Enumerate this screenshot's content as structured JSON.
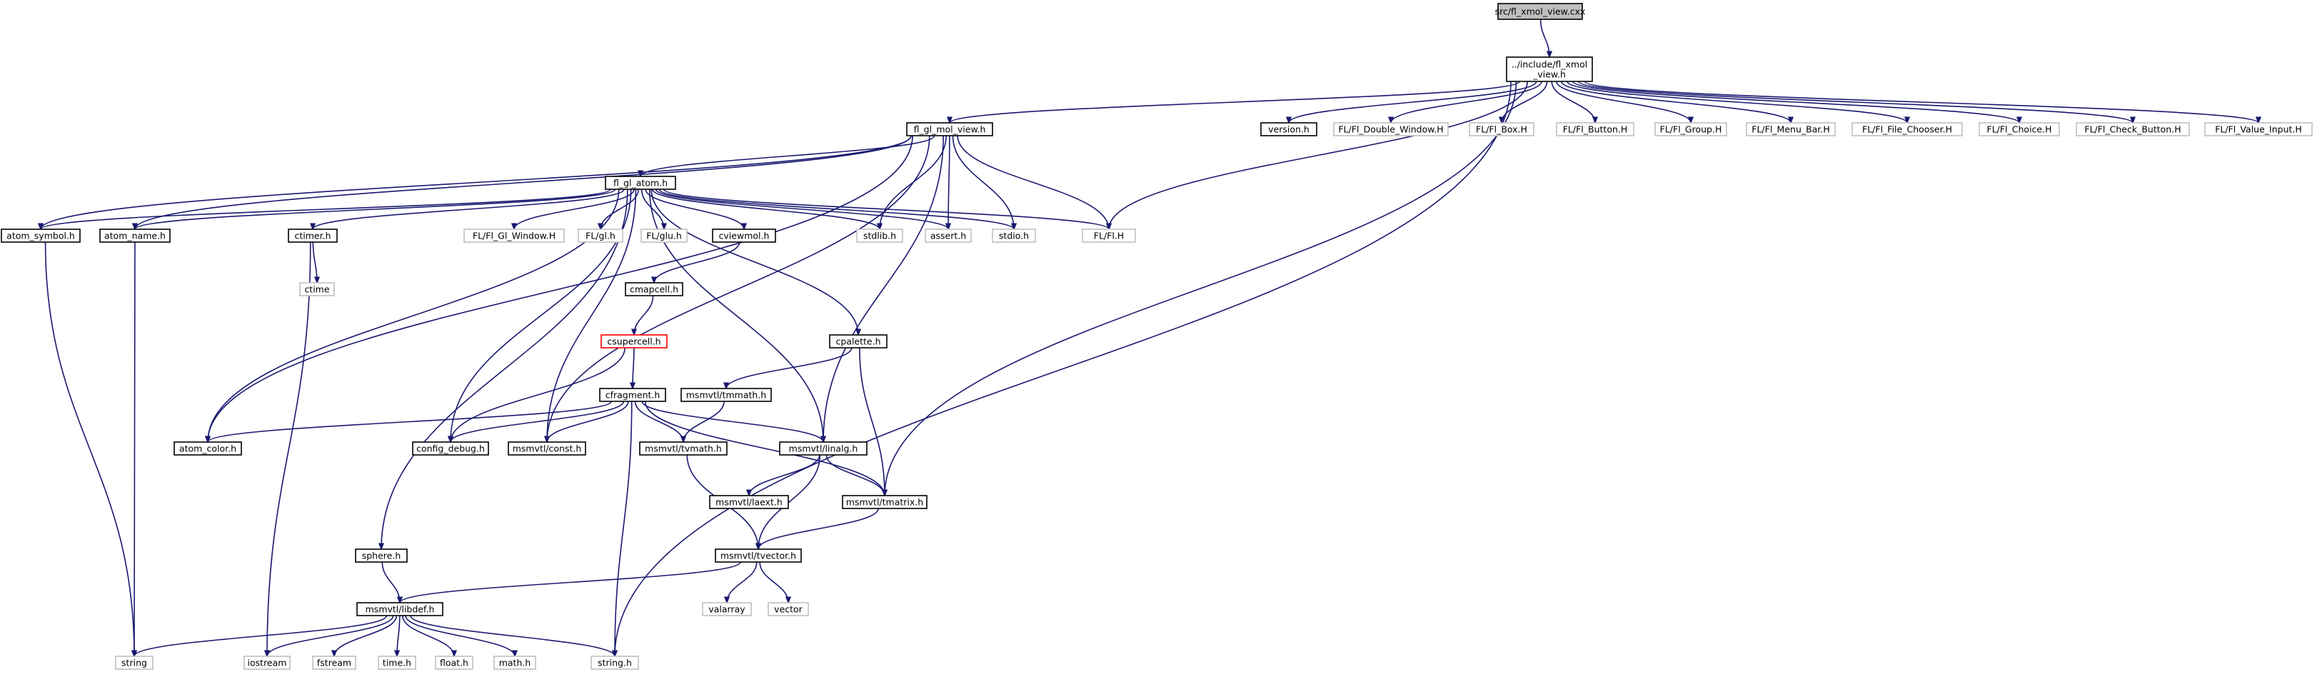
{
  "nodes": [
    {
      "id": "root",
      "lines": [
        "src/fl_xmol_view.cxx"
      ],
      "style": "root"
    },
    {
      "id": "flxmolview",
      "lines": [
        "../include/fl_xmol",
        "_view.h"
      ],
      "style": "solid"
    },
    {
      "id": "flglmolview",
      "lines": [
        "fl_gl_mol_view.h"
      ],
      "style": "solid"
    },
    {
      "id": "version",
      "lines": [
        "version.h"
      ],
      "style": "solid"
    },
    {
      "id": "fldoublewindow",
      "lines": [
        "FL/Fl_Double_Window.H"
      ],
      "style": "ext"
    },
    {
      "id": "flbox",
      "lines": [
        "FL/Fl_Box.H"
      ],
      "style": "ext"
    },
    {
      "id": "flbutton",
      "lines": [
        "FL/Fl_Button.H"
      ],
      "style": "ext"
    },
    {
      "id": "flgroup",
      "lines": [
        "FL/Fl_Group.H"
      ],
      "style": "ext"
    },
    {
      "id": "flmenubar",
      "lines": [
        "FL/Fl_Menu_Bar.H"
      ],
      "style": "ext"
    },
    {
      "id": "flfilechooser",
      "lines": [
        "FL/Fl_File_Chooser.H"
      ],
      "style": "ext"
    },
    {
      "id": "flchoice",
      "lines": [
        "FL/Fl_Choice.H"
      ],
      "style": "ext"
    },
    {
      "id": "flcheckbutton",
      "lines": [
        "FL/Fl_Check_Button.H"
      ],
      "style": "ext"
    },
    {
      "id": "flvalueinput",
      "lines": [
        "FL/Fl_Value_Input.H"
      ],
      "style": "ext"
    },
    {
      "id": "flglatom",
      "lines": [
        "fl_gl_atom.h"
      ],
      "style": "solid"
    },
    {
      "id": "atomsymbol",
      "lines": [
        "atom_symbol.h"
      ],
      "style": "solid"
    },
    {
      "id": "atomname",
      "lines": [
        "atom_name.h"
      ],
      "style": "solid"
    },
    {
      "id": "ctimer",
      "lines": [
        "ctimer.h"
      ],
      "style": "solid"
    },
    {
      "id": "flglwindow",
      "lines": [
        "FL/Fl_Gl_Window.H"
      ],
      "style": "ext"
    },
    {
      "id": "flgl",
      "lines": [
        "FL/gl.h"
      ],
      "style": "ext"
    },
    {
      "id": "flglu",
      "lines": [
        "FL/glu.h"
      ],
      "style": "ext"
    },
    {
      "id": "cviewmol",
      "lines": [
        "cviewmol.h"
      ],
      "style": "solid"
    },
    {
      "id": "stdlib",
      "lines": [
        "stdlib.h"
      ],
      "style": "ext"
    },
    {
      "id": "assert",
      "lines": [
        "assert.h"
      ],
      "style": "ext"
    },
    {
      "id": "stdio",
      "lines": [
        "stdio.h"
      ],
      "style": "ext"
    },
    {
      "id": "flfl",
      "lines": [
        "FL/Fl.H"
      ],
      "style": "ext"
    },
    {
      "id": "ctime",
      "lines": [
        "ctime"
      ],
      "style": "ext"
    },
    {
      "id": "cmapcell",
      "lines": [
        "cmapcell.h"
      ],
      "style": "solid"
    },
    {
      "id": "csupercell",
      "lines": [
        "csupercell.h"
      ],
      "style": "red"
    },
    {
      "id": "cpalette",
      "lines": [
        "cpalette.h"
      ],
      "style": "solid"
    },
    {
      "id": "cfragment",
      "lines": [
        "cfragment.h"
      ],
      "style": "solid"
    },
    {
      "id": "tmmath",
      "lines": [
        "msmvtl/tmmath.h"
      ],
      "style": "solid"
    },
    {
      "id": "atomcolor",
      "lines": [
        "atom_color.h"
      ],
      "style": "solid"
    },
    {
      "id": "configdebug",
      "lines": [
        "config_debug.h"
      ],
      "style": "solid"
    },
    {
      "id": "const",
      "lines": [
        "msmvtl/const.h"
      ],
      "style": "solid"
    },
    {
      "id": "tvmath",
      "lines": [
        "msmvtl/tvmath.h"
      ],
      "style": "solid"
    },
    {
      "id": "linalg",
      "lines": [
        "msmvtl/linalg.h"
      ],
      "style": "solid"
    },
    {
      "id": "laext",
      "lines": [
        "msmvtl/laext.h"
      ],
      "style": "solid"
    },
    {
      "id": "tmatrix",
      "lines": [
        "msmvtl/tmatrix.h"
      ],
      "style": "solid"
    },
    {
      "id": "sphere",
      "lines": [
        "sphere.h"
      ],
      "style": "solid"
    },
    {
      "id": "tvector",
      "lines": [
        "msmvtl/tvector.h"
      ],
      "style": "solid"
    },
    {
      "id": "valarray",
      "lines": [
        "valarray"
      ],
      "style": "ext"
    },
    {
      "id": "vector",
      "lines": [
        "vector"
      ],
      "style": "ext"
    },
    {
      "id": "libdef",
      "lines": [
        "msmvtl/libdef.h"
      ],
      "style": "solid"
    },
    {
      "id": "string",
      "lines": [
        "string"
      ],
      "style": "ext"
    },
    {
      "id": "iostream",
      "lines": [
        "iostream"
      ],
      "style": "ext"
    },
    {
      "id": "fstream",
      "lines": [
        "fstream"
      ],
      "style": "ext"
    },
    {
      "id": "timeh",
      "lines": [
        "time.h"
      ],
      "style": "ext"
    },
    {
      "id": "floath",
      "lines": [
        "float.h"
      ],
      "style": "ext"
    },
    {
      "id": "mathh",
      "lines": [
        "math.h"
      ],
      "style": "ext"
    },
    {
      "id": "stringh",
      "lines": [
        "string.h"
      ],
      "style": "ext"
    }
  ],
  "edges": [
    [
      "root",
      "flxmolview"
    ],
    [
      "flxmolview",
      "flglmolview"
    ],
    [
      "flxmolview",
      "version"
    ],
    [
      "flxmolview",
      "fldoublewindow"
    ],
    [
      "flxmolview",
      "flbox"
    ],
    [
      "flxmolview",
      "flbutton"
    ],
    [
      "flxmolview",
      "flgroup"
    ],
    [
      "flxmolview",
      "flmenubar"
    ],
    [
      "flxmolview",
      "flfilechooser"
    ],
    [
      "flxmolview",
      "flchoice"
    ],
    [
      "flxmolview",
      "flcheckbutton"
    ],
    [
      "flxmolview",
      "flvalueinput"
    ],
    [
      "flxmolview",
      "flfl"
    ],
    [
      "flxmolview",
      "tmatrix"
    ],
    [
      "flxmolview",
      "stringh"
    ],
    [
      "flglmolview",
      "flglatom"
    ],
    [
      "flglmolview",
      "atomsymbol"
    ],
    [
      "flglmolview",
      "atomname"
    ],
    [
      "flglmolview",
      "atomcolor"
    ],
    [
      "flglmolview",
      "stdlib"
    ],
    [
      "flglmolview",
      "assert"
    ],
    [
      "flglmolview",
      "stdio"
    ],
    [
      "flglmolview",
      "flfl"
    ],
    [
      "flglmolview",
      "linalg"
    ],
    [
      "flglmolview",
      "const"
    ],
    [
      "flglatom",
      "atomsymbol"
    ],
    [
      "flglatom",
      "atomname"
    ],
    [
      "flglatom",
      "ctimer"
    ],
    [
      "flglatom",
      "flglwindow"
    ],
    [
      "flglatom",
      "flgl"
    ],
    [
      "flglatom",
      "flglu"
    ],
    [
      "flglatom",
      "cviewmol"
    ],
    [
      "flglatom",
      "stdlib"
    ],
    [
      "flglatom",
      "assert"
    ],
    [
      "flglatom",
      "stdio"
    ],
    [
      "flglatom",
      "flfl"
    ],
    [
      "flglatom",
      "cpalette"
    ],
    [
      "flglatom",
      "atomcolor"
    ],
    [
      "flglatom",
      "configdebug"
    ],
    [
      "flglatom",
      "const"
    ],
    [
      "flglatom",
      "linalg"
    ],
    [
      "flglatom",
      "sphere"
    ],
    [
      "atomsymbol",
      "string"
    ],
    [
      "atomname",
      "string"
    ],
    [
      "ctimer",
      "ctime"
    ],
    [
      "ctimer",
      "iostream"
    ],
    [
      "cviewmol",
      "cmapcell"
    ],
    [
      "cmapcell",
      "csupercell"
    ],
    [
      "csupercell",
      "cfragment"
    ],
    [
      "csupercell",
      "configdebug"
    ],
    [
      "cpalette",
      "tmmath"
    ],
    [
      "cpalette",
      "tmatrix"
    ],
    [
      "cfragment",
      "atomcolor"
    ],
    [
      "cfragment",
      "configdebug"
    ],
    [
      "cfragment",
      "const"
    ],
    [
      "cfragment",
      "tvmath"
    ],
    [
      "cfragment",
      "linalg"
    ],
    [
      "cfragment",
      "tmatrix"
    ],
    [
      "cfragment",
      "stringh"
    ],
    [
      "tmmath",
      "tvmath"
    ],
    [
      "linalg",
      "laext"
    ],
    [
      "linalg",
      "tmatrix"
    ],
    [
      "linalg",
      "tvector"
    ],
    [
      "tvmath",
      "tvector"
    ],
    [
      "tmatrix",
      "tvector"
    ],
    [
      "tvector",
      "valarray"
    ],
    [
      "tvector",
      "vector"
    ],
    [
      "tvector",
      "libdef"
    ],
    [
      "sphere",
      "libdef"
    ],
    [
      "libdef",
      "string"
    ],
    [
      "libdef",
      "iostream"
    ],
    [
      "libdef",
      "fstream"
    ],
    [
      "libdef",
      "timeh"
    ],
    [
      "libdef",
      "floath"
    ],
    [
      "libdef",
      "mathh"
    ],
    [
      "libdef",
      "stringh"
    ]
  ],
  "colors": {
    "edge": "#191970",
    "root_fill": "#bfbfbf",
    "solid_border": "#000000",
    "ext_border": "#bfbfbf",
    "red_border": "#ff0000",
    "node_fill": "#ffffff"
  }
}
